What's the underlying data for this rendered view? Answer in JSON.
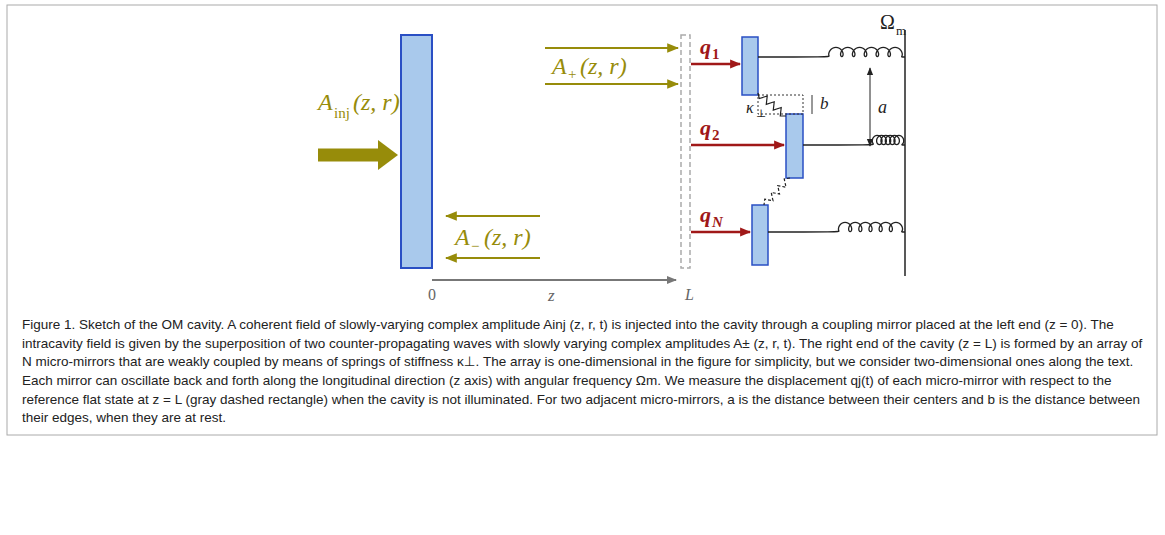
{
  "diagram": {
    "caption": "Figure 1. Sketch of the OM cavity. A coherent field of slowly-varying complex amplitude Ainj (z, r, t) is injected into the cavity through a coupling mirror placed at the left end (z = 0). The intracavity field is given by the superposition of two counter-propagating waves with slowly varying complex amplitudes A± (z, r, t). The right end of the cavity (z = L) is formed by an array of N micro-mirrors that are weakly coupled by means of springs of stiffness κ⊥. The array is one-dimensional in the figure for simplicity, but we consider two-dimensional ones along the text. Each mirror can oscillate back and forth along the longitudinal direction (z axis) with angular frequency Ωm. We measure the displacement qj(t) of each micro-mirror with respect to the reference flat state at z = L (gray dashed rectangle) when the cavity is not illuminated. For two adjacent micro-mirrors, a is the distance between their centers and b is the distance between their edges, when they are at rest.",
    "labels": [
      "A",
      "inj",
      "(z, r)",
      "A",
      "+",
      "(z, r)",
      "A",
      "−",
      "(z, r)",
      "q",
      "1",
      "q",
      "2",
      "q",
      "N",
      "Ω",
      "m",
      "κ",
      "⊥",
      "b",
      "a",
      "0",
      "z",
      "L"
    ]
  }
}
